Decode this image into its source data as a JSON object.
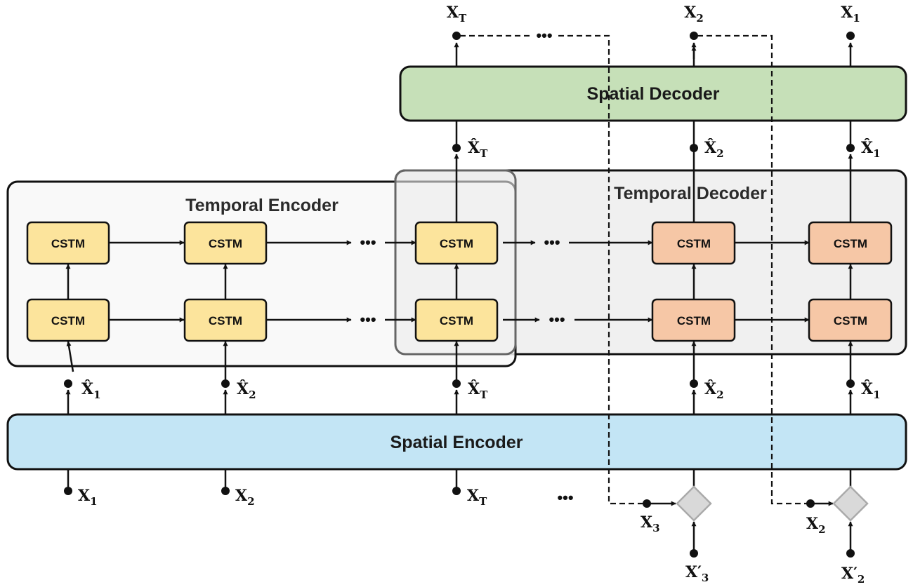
{
  "colors": {
    "spatial_decoder": "#c6e0b8",
    "spatial_encoder": "#c3e5f5",
    "temporal_encoder_bg": "#f8f8f8",
    "temporal_decoder_bg": "#f0f0f0",
    "cstm_encoder": "#fce49c",
    "cstm_decoder": "#f6c7a6",
    "diamond": "#d9d9d9",
    "line": "#111111"
  },
  "blocks": {
    "spatial_decoder": "Spatial Decoder",
    "spatial_encoder": "Spatial Encoder",
    "temporal_encoder": "Temporal Encoder",
    "temporal_decoder": "Temporal Decoder",
    "cstm": "CSTM"
  },
  "ellipsis": "•••",
  "encoder_inputs": [
    {
      "base": "X",
      "sub": "1"
    },
    {
      "base": "X",
      "sub": "2"
    },
    {
      "base": "X",
      "sub": "T"
    }
  ],
  "encoder_outputs": [
    {
      "base": "X̂",
      "sub": "1"
    },
    {
      "base": "X̂",
      "sub": "2"
    },
    {
      "base": "X̂",
      "sub": "T"
    }
  ],
  "decoder_inputs": [
    {
      "base": "X̂",
      "sub": "T"
    },
    {
      "base": "X̂",
      "sub": "2"
    },
    {
      "base": "X̂",
      "sub": "1"
    }
  ],
  "decoder_outputs": [
    {
      "base": "X",
      "sub": "T"
    },
    {
      "base": "X",
      "sub": "2"
    },
    {
      "base": "X",
      "sub": "1"
    }
  ],
  "decoder_spatial_outputs": [
    {
      "base": "X̂",
      "sub": "2"
    },
    {
      "base": "X̂",
      "sub": "1"
    }
  ],
  "feedback_inputs": [
    {
      "base": "X",
      "sub": "3"
    },
    {
      "base": "X",
      "sub": "2"
    }
  ],
  "ground_truth_inputs": [
    {
      "base": "X′",
      "sub": "3"
    },
    {
      "base": "X′",
      "sub": "2"
    }
  ]
}
